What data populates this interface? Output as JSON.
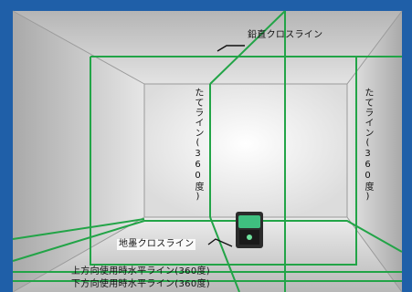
{
  "labels": {
    "vertical_cross": "鉛直クロスライン",
    "left_vertical": "たてライン(360度)",
    "right_vertical": "たてライン(360度)",
    "floor_cross": "地墨クロスライン",
    "upper_horizontal": "上方向使用時水平ライン(360度)",
    "lower_horizontal": "下方向使用時水平ライン(360度)"
  },
  "colors": {
    "frame": "#1f5fa8",
    "laser": "#22a447",
    "room_light": "#fafafa",
    "room_shade": "#c8c8c8"
  },
  "icons": {
    "device": "laser-level-device-icon"
  }
}
